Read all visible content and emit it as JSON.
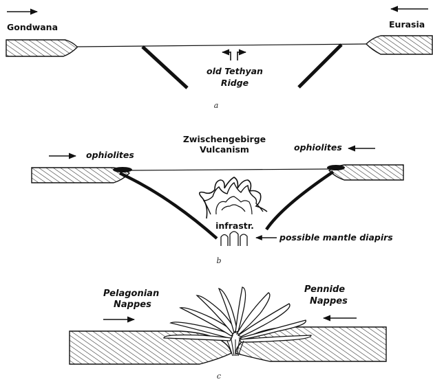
{
  "panel_a": {
    "label_left": "Gondwana",
    "label_right": "Eurasia",
    "ridge_label_line1": "old Tethyan",
    "ridge_label_line2": "Ridge",
    "caption": "a"
  },
  "panel_b": {
    "title_line1": "Zwischengebirge",
    "title_line2": "Vulcanism",
    "ophiolites_left": "ophiolites",
    "ophiolites_right": "ophiolites",
    "infrastructure_label": "infrastr.",
    "diapirs_label": "possible mantle diapirs",
    "caption": "b"
  },
  "panel_c": {
    "nappes_left_line1": "Pelagonian",
    "nappes_left_line2": "Nappes",
    "nappes_right_line1": "Pennide",
    "nappes_right_line2": "Nappes",
    "caption": "c"
  },
  "colors": {
    "ink": "#111111",
    "background": "#ffffff"
  }
}
